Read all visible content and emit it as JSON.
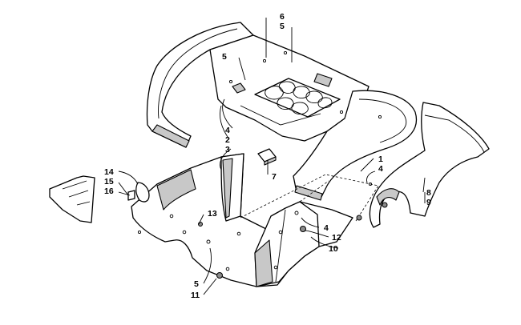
{
  "callouts": [
    {
      "id": "c6a",
      "label": "6"
    },
    {
      "id": "c5a",
      "label": "5"
    },
    {
      "id": "c5b",
      "label": "5"
    },
    {
      "id": "c4a",
      "label": "4"
    },
    {
      "id": "c2",
      "label": "2"
    },
    {
      "id": "c3",
      "label": "3"
    },
    {
      "id": "c7",
      "label": "7"
    },
    {
      "id": "c1",
      "label": "1"
    },
    {
      "id": "c4b",
      "label": "4"
    },
    {
      "id": "c8",
      "label": "8"
    },
    {
      "id": "c9",
      "label": "9"
    },
    {
      "id": "c14",
      "label": "14"
    },
    {
      "id": "c15",
      "label": "15"
    },
    {
      "id": "c16",
      "label": "16"
    },
    {
      "id": "c13",
      "label": "13"
    },
    {
      "id": "c4c",
      "label": "4"
    },
    {
      "id": "c12",
      "label": "12"
    },
    {
      "id": "c10",
      "label": "10"
    },
    {
      "id": "c5c",
      "label": "5"
    },
    {
      "id": "c11",
      "label": "11"
    }
  ],
  "colors": {
    "line": "#000000",
    "shade": "#c8c8c8",
    "background": "#ffffff"
  }
}
